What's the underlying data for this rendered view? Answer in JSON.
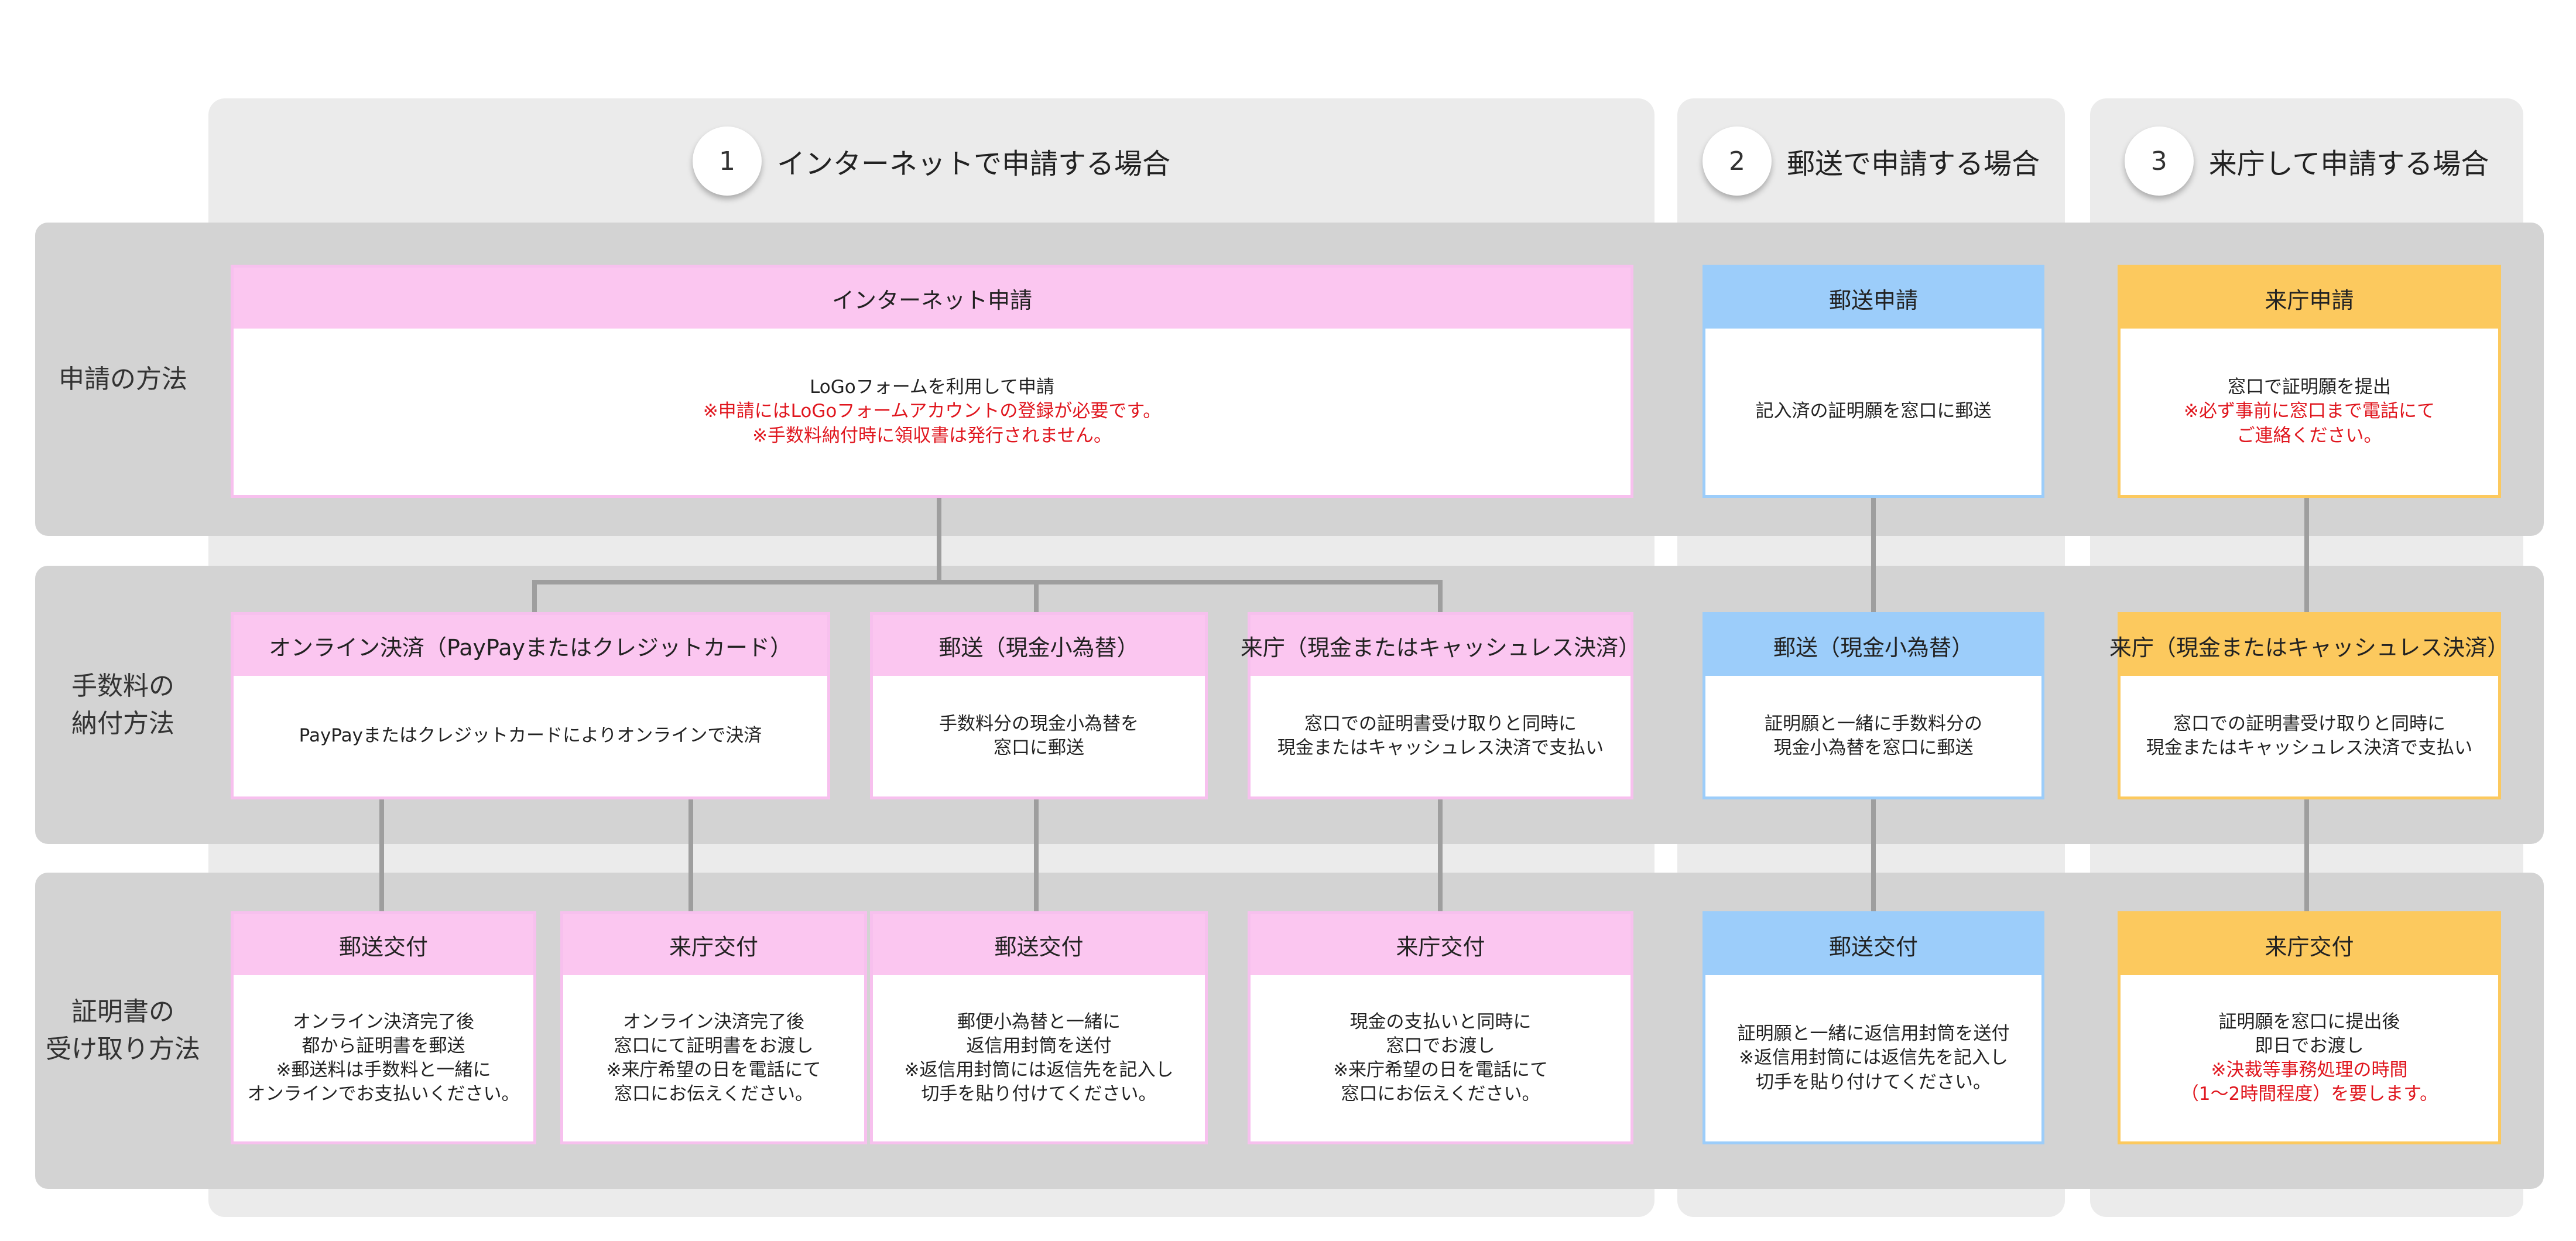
{
  "rows": [
    {
      "id": "method",
      "label": "申請の方法"
    },
    {
      "id": "fee",
      "label": "手数料の\n納付方法"
    },
    {
      "id": "receive",
      "label": "証明書の\n受け取り方法"
    }
  ],
  "columns": [
    {
      "number": "1",
      "title": "インターネットで申請する場合"
    },
    {
      "number": "2",
      "title": "郵送で申請する場合"
    },
    {
      "number": "3",
      "title": "来庁して申請する場合"
    }
  ],
  "boxes": {
    "internet_apply": {
      "title": "インターネット申請",
      "lines": [
        {
          "text": "LoGoフォームを利用して申請",
          "highlight": false
        },
        {
          "text": "※申請にはLoGoフォームアカウントの登録が必要です。",
          "highlight": true
        },
        {
          "text": "※手数料納付時に領収書は発行されません。",
          "highlight": true
        }
      ]
    },
    "online_pay": {
      "title": "オンライン決済（PayPayまたはクレジットカード）",
      "lines": [
        {
          "text": "PayPayまたはクレジットカードによりオンラインで決済",
          "highlight": false
        }
      ]
    },
    "mail_money_1": {
      "title": "郵送（現金小為替）",
      "lines": [
        {
          "text": "手数料分の現金小為替を",
          "highlight": false
        },
        {
          "text": "窓口に郵送",
          "highlight": false
        }
      ]
    },
    "visit_pay_1": {
      "title": "来庁（現金またはキャッシュレス決済）",
      "lines": [
        {
          "text": "窓口での証明書受け取りと同時に",
          "highlight": false
        },
        {
          "text": "現金またはキャッシュレス決済で支払い",
          "highlight": false
        }
      ]
    },
    "rcv_mail_online": {
      "title": "郵送交付",
      "lines": [
        {
          "text": "オンライン決済完了後",
          "highlight": false
        },
        {
          "text": "都から証明書を郵送",
          "highlight": false
        },
        {
          "text": "※郵送料は手数料と一緒に",
          "highlight": false
        },
        {
          "text": "オンラインでお支払いください。",
          "highlight": false
        }
      ]
    },
    "rcv_visit_online": {
      "title": "来庁交付",
      "lines": [
        {
          "text": "オンライン決済完了後",
          "highlight": false
        },
        {
          "text": "窓口にて証明書をお渡し",
          "highlight": false
        },
        {
          "text": "※来庁希望の日を電話にて",
          "highlight": false
        },
        {
          "text": "窓口にお伝えください。",
          "highlight": false
        }
      ]
    },
    "rcv_mail_money": {
      "title": "郵送交付",
      "lines": [
        {
          "text": "郵便小為替と一緒に",
          "highlight": false
        },
        {
          "text": "返信用封筒を送付",
          "highlight": false
        },
        {
          "text": "※返信用封筒には返信先を記入し",
          "highlight": false
        },
        {
          "text": "切手を貼り付けてください。",
          "highlight": false
        }
      ]
    },
    "rcv_visit_cash": {
      "title": "来庁交付",
      "lines": [
        {
          "text": "現金の支払いと同時に",
          "highlight": false
        },
        {
          "text": "窓口でお渡し",
          "highlight": false
        },
        {
          "text": "※来庁希望の日を電話にて",
          "highlight": false
        },
        {
          "text": "窓口にお伝えください。",
          "highlight": false
        }
      ]
    },
    "mail_apply": {
      "title": "郵送申請",
      "lines": [
        {
          "text": "記入済の証明願を窓口に郵送",
          "highlight": false
        }
      ]
    },
    "mail_money_2": {
      "title": "郵送（現金小為替）",
      "lines": [
        {
          "text": "証明願と一緒に手数料分の",
          "highlight": false
        },
        {
          "text": "現金小為替を窓口に郵送",
          "highlight": false
        }
      ]
    },
    "rcv_mail_2": {
      "title": "郵送交付",
      "lines": [
        {
          "text": "証明願と一緒に返信用封筒を送付",
          "highlight": false
        },
        {
          "text": "※返信用封筒には返信先を記入し",
          "highlight": false
        },
        {
          "text": "切手を貼り付けてください。",
          "highlight": false
        }
      ]
    },
    "visit_apply": {
      "title": "来庁申請",
      "lines": [
        {
          "text": "窓口で証明願を提出",
          "highlight": false
        },
        {
          "text": "※必ず事前に窓口まで電話にて",
          "highlight": true
        },
        {
          "text": "ご連絡ください。",
          "highlight": true
        }
      ]
    },
    "visit_pay_3": {
      "title": "来庁（現金またはキャッシュレス決済）",
      "lines": [
        {
          "text": "窓口での証明書受け取りと同時に",
          "highlight": false
        },
        {
          "text": "現金またはキャッシュレス決済で支払い",
          "highlight": false
        }
      ]
    },
    "rcv_visit_3": {
      "title": "来庁交付",
      "lines": [
        {
          "text": "証明願を窓口に提出後",
          "highlight": false
        },
        {
          "text": "即日でお渡し",
          "highlight": false
        },
        {
          "text": "※決裁等事務処理の時間",
          "highlight": true
        },
        {
          "text": "（1〜2時間程度）を要します。",
          "highlight": true
        }
      ]
    }
  },
  "colors": {
    "internet_theme": "#fbc6f0",
    "mail_theme": "#9ccdfa",
    "visit_theme": "#fcc95e",
    "note_red": "#e0161e",
    "connector": "#9e9e9e"
  }
}
